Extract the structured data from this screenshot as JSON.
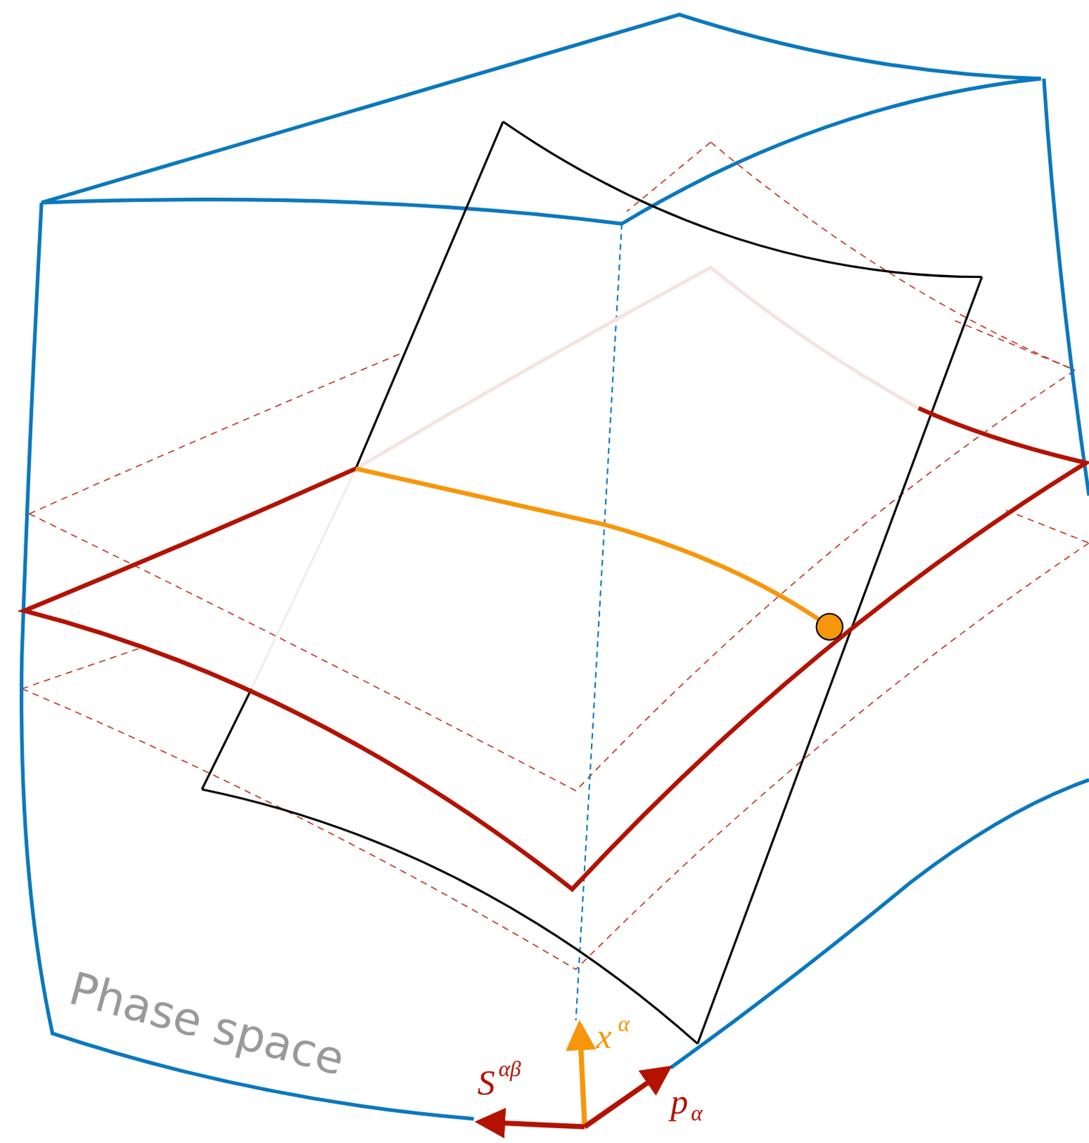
{
  "diagram": {
    "labels": [
      "Phase space",
      "x",
      "α",
      "S",
      "αβ",
      "p",
      "α"
    ]
  }
}
